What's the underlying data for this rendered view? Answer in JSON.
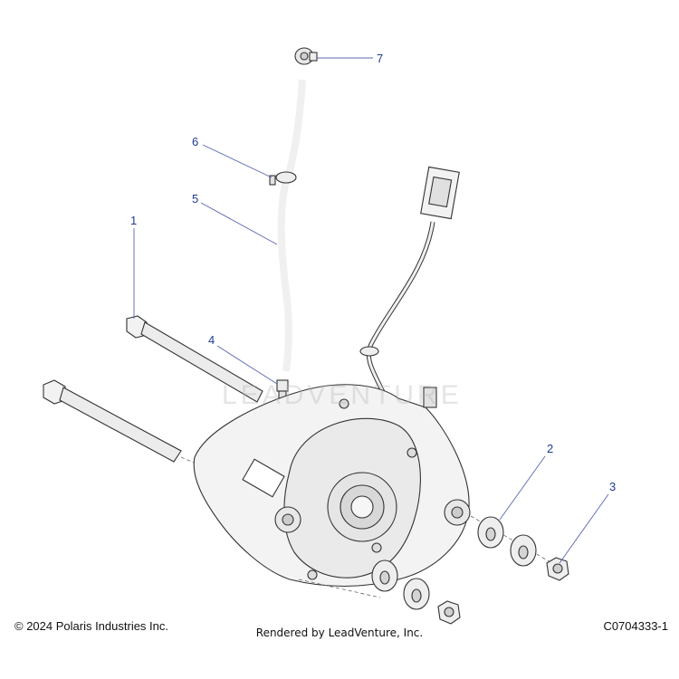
{
  "diagram": {
    "callouts": [
      {
        "id": "callout-1",
        "number": "1"
      },
      {
        "id": "callout-2",
        "number": "2"
      },
      {
        "id": "callout-3",
        "number": "3"
      },
      {
        "id": "callout-4",
        "number": "4"
      },
      {
        "id": "callout-5",
        "number": "5"
      },
      {
        "id": "callout-6",
        "number": "6"
      },
      {
        "id": "callout-7",
        "number": "7"
      }
    ],
    "watermark": "LEADVENTURE"
  },
  "footer": {
    "copyright": "© 2024 Polaris Industries Inc.",
    "rendered_by": "Rendered by LeadVenture, Inc.",
    "drawing_id": "C0704333-1"
  },
  "colors": {
    "callout_text": "#1f3a93",
    "leader_line": "#5a67b0",
    "part_fill": "#f4f4f4",
    "part_stroke": "#333333"
  }
}
